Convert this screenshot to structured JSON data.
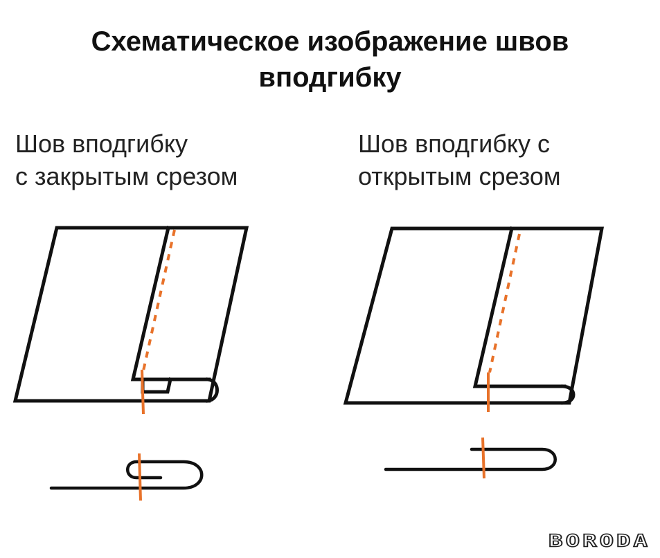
{
  "title": {
    "line1": "Схематическое изображение швов",
    "line2": "вподгибку"
  },
  "left_caption": {
    "line1": "Шов вподгибку",
    "line2": "с закрытым срезом"
  },
  "right_caption": {
    "line1": "Шов вподгибку с",
    "line2": "открытым срезом"
  },
  "logo": "BORODA",
  "colors": {
    "outline": "#111111",
    "stitch": "#e8722a"
  }
}
